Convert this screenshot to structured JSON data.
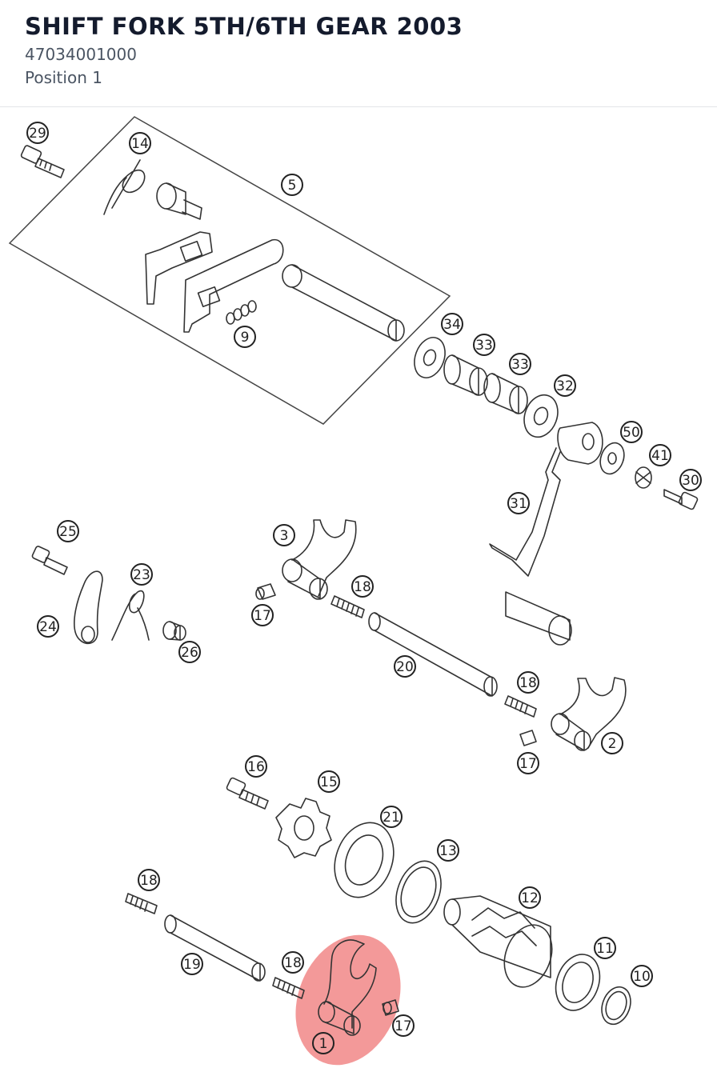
{
  "header": {
    "title": "SHIFT FORK 5TH/6TH GEAR 2003",
    "part_number": "47034001000",
    "position_label": "Position 1"
  },
  "diagram": {
    "highlight_color": "#f08080",
    "highlighted_callout": "1",
    "callouts": [
      {
        "id": "c29",
        "label": "29"
      },
      {
        "id": "c14",
        "label": "14"
      },
      {
        "id": "c5",
        "label": "5"
      },
      {
        "id": "c9",
        "label": "9"
      },
      {
        "id": "c34",
        "label": "34"
      },
      {
        "id": "c33a",
        "label": "33"
      },
      {
        "id": "c33b",
        "label": "33"
      },
      {
        "id": "c32",
        "label": "32"
      },
      {
        "id": "c50",
        "label": "50"
      },
      {
        "id": "c41",
        "label": "41"
      },
      {
        "id": "c30",
        "label": "30"
      },
      {
        "id": "c31",
        "label": "31"
      },
      {
        "id": "c25",
        "label": "25"
      },
      {
        "id": "c23",
        "label": "23"
      },
      {
        "id": "c24",
        "label": "24"
      },
      {
        "id": "c26",
        "label": "26"
      },
      {
        "id": "c3",
        "label": "3"
      },
      {
        "id": "c18a",
        "label": "18"
      },
      {
        "id": "c17a",
        "label": "17"
      },
      {
        "id": "c20",
        "label": "20"
      },
      {
        "id": "c18b",
        "label": "18"
      },
      {
        "id": "c2",
        "label": "2"
      },
      {
        "id": "c17b",
        "label": "17"
      },
      {
        "id": "c16",
        "label": "16"
      },
      {
        "id": "c15",
        "label": "15"
      },
      {
        "id": "c21",
        "label": "21"
      },
      {
        "id": "c13",
        "label": "13"
      },
      {
        "id": "c12",
        "label": "12"
      },
      {
        "id": "c18c",
        "label": "18"
      },
      {
        "id": "c19",
        "label": "19"
      },
      {
        "id": "c18d",
        "label": "18"
      },
      {
        "id": "c11",
        "label": "11"
      },
      {
        "id": "c10",
        "label": "10"
      },
      {
        "id": "c17c",
        "label": "17"
      },
      {
        "id": "c1",
        "label": "1"
      }
    ]
  }
}
